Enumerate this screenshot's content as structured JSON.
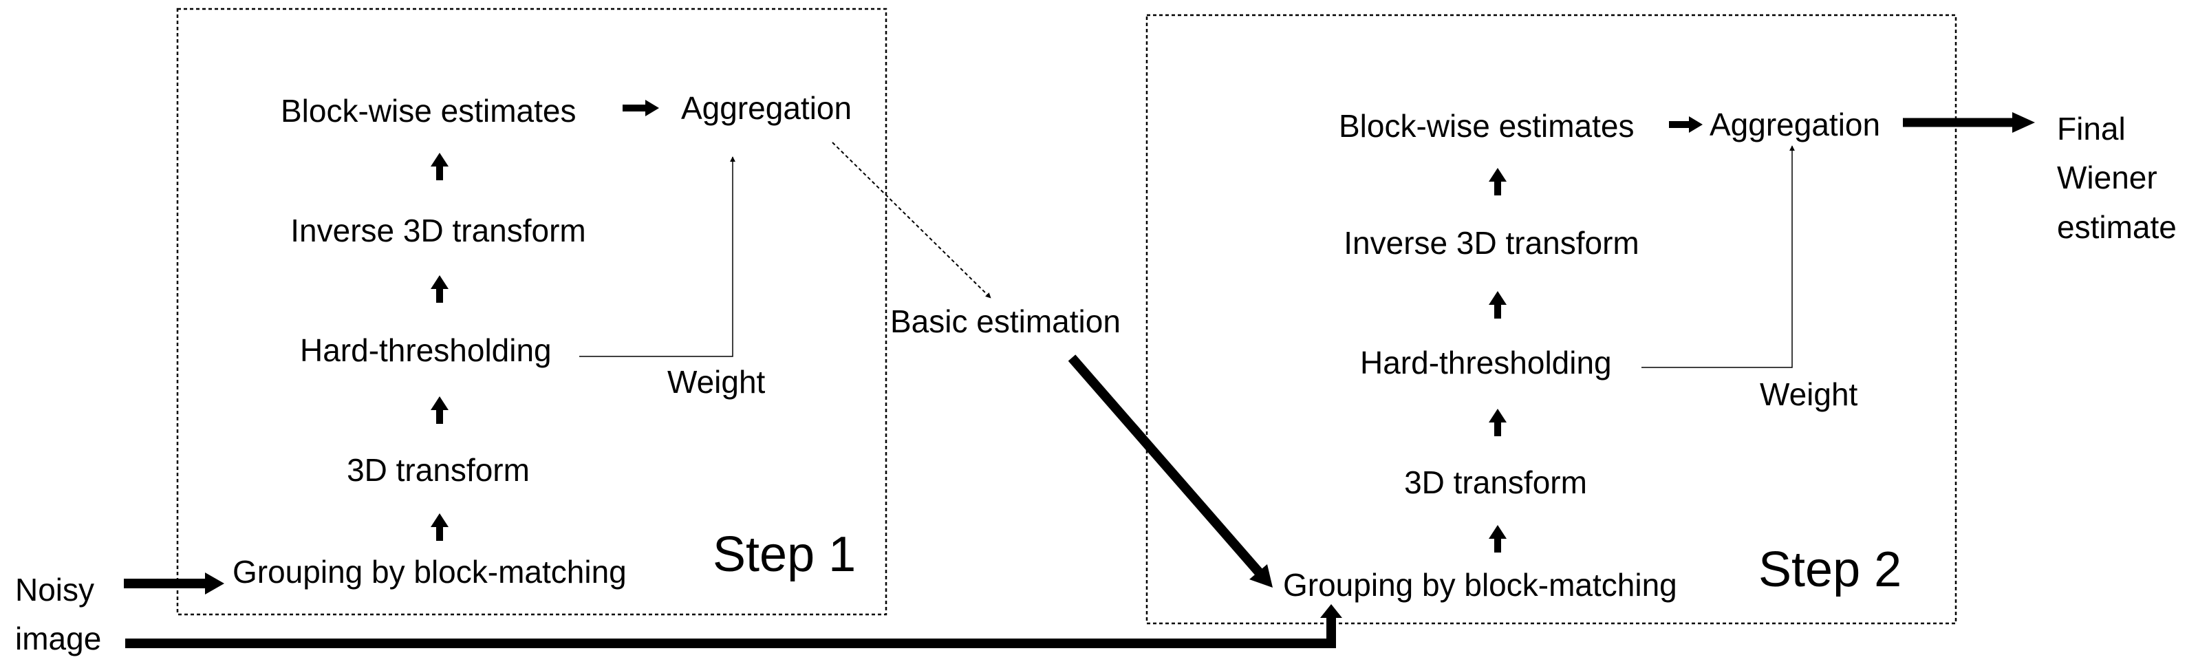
{
  "input": {
    "line1": "Noisy",
    "line2": "image"
  },
  "step1": {
    "title": "Step 1",
    "grouping": "Grouping by block-matching",
    "transform3d": "3D transform",
    "threshold": "Hard-thresholding",
    "inverse": "Inverse 3D transform",
    "blockwise": "Block-wise estimates",
    "aggregation": "Aggregation",
    "weight": "Weight"
  },
  "basic": "Basic estimation",
  "step2": {
    "title": "Step 2",
    "grouping": "Grouping by block-matching",
    "transform3d": "3D transform",
    "threshold": "Hard-thresholding",
    "inverse": "Inverse 3D transform",
    "blockwise": "Block-wise estimates",
    "aggregation": "Aggregation",
    "weight": "Weight"
  },
  "output": {
    "line1": "Final",
    "line2": "Wiener",
    "line3": "estimate"
  }
}
